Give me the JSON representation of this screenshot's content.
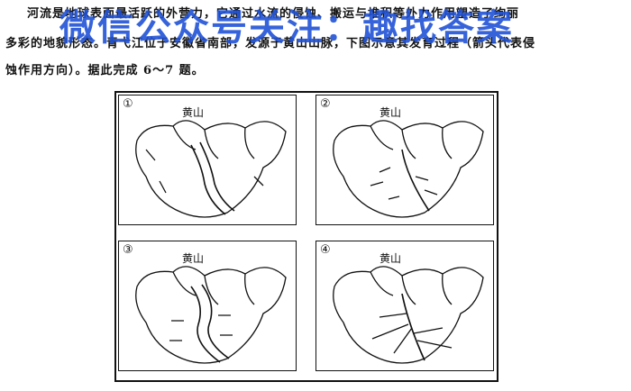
{
  "text": {
    "line1": "河流是地球表面最活跃的外营力，它通过水流的侵蚀、搬运与堆积等外力作用塑造了绚丽",
    "line2": "多彩的地貌形态。青弋江位于安徽省南部，发源于黄山山脉，下图示意其发育过程（箭头代表侵",
    "line3": "蚀作用方向）。据此完成 6～7 题。"
  },
  "watermark": "微信公众号关注：趣找答案",
  "panels": [
    {
      "number": "①",
      "mountain": "黄山"
    },
    {
      "number": "②",
      "mountain": "黄山"
    },
    {
      "number": "③",
      "mountain": "黄山"
    },
    {
      "number": "④",
      "mountain": "黄山"
    }
  ]
}
